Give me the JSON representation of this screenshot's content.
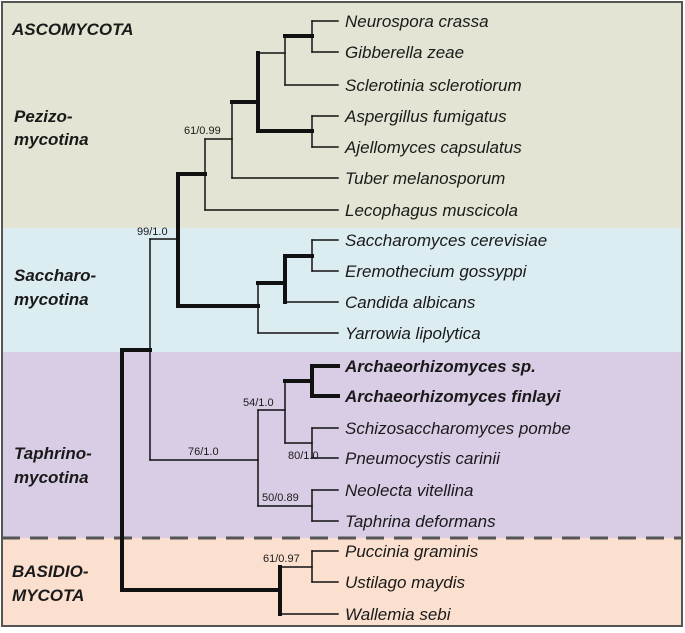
{
  "colors": {
    "pezizomycotina_bg": "#e3e4d3",
    "saccharomycotina_bg": "#dcedf2",
    "taphrinomycotina_bg": "#d9cde6",
    "basidiomycota_bg": "#fbe0cf",
    "branch": "#111111",
    "border": "#555555"
  },
  "groups": {
    "ascomycota": "ASCOMYCOTA",
    "pezizo_line1": "Pezizo-",
    "pezizo_line2": "mycotina",
    "saccharo_line1": "Saccharo-",
    "saccharo_line2": "mycotina",
    "taphrino_line1": "Taphrino-",
    "taphrino_line2": "mycotina",
    "basidio_line1": "BASIDIO-",
    "basidio_line2": "MYCOTA"
  },
  "taxa": [
    "Neurospora crassa",
    "Gibberella zeae",
    "Sclerotinia sclerotiorum",
    "Aspergillus fumigatus",
    "Ajellomyces capsulatus",
    "Tuber melanosporum",
    "Lecophagus muscicola",
    "Saccharomyces cerevisiae",
    "Eremothecium gossyppi",
    "Candida albicans",
    "Yarrowia lipolytica",
    "Archaeorhizomyces sp.",
    "Archaeorhizomyces finlayi",
    "Schizosaccharomyces pombe",
    "Pneumocystis carinii",
    "Neolecta vitellina",
    "Taphrina deformans",
    "Puccinia graminis",
    "Ustilago maydis",
    "Wallemia sebi"
  ],
  "support": {
    "pezizo_node": "61/0.99",
    "pezizo_sacch_node": "99/1.0",
    "taphrino_node": "76/1.0",
    "archaeo_node": "54/1.0",
    "schizo_pneumo_node": "80/1.0",
    "neolecta_taphrina_node": "50/0.89",
    "puccinia_ustilago_node": "61/0.97"
  }
}
